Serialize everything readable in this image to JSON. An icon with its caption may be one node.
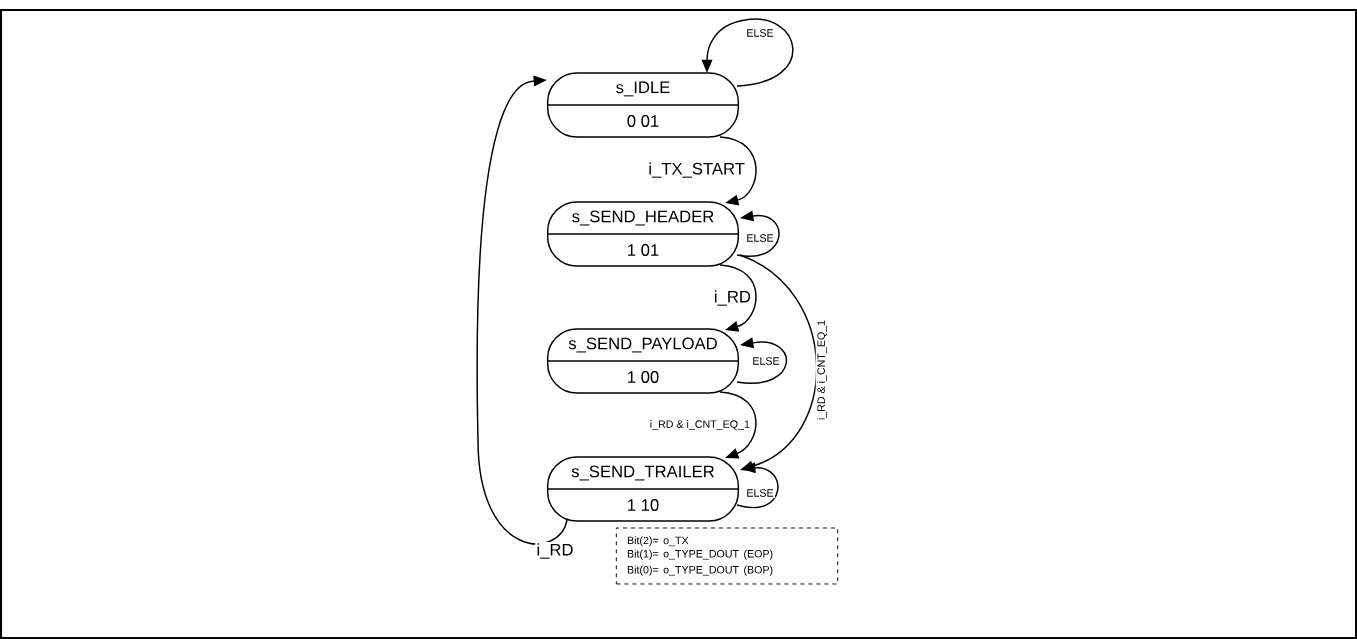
{
  "diagram": {
    "nodes": [
      {
        "text": [
          "s_IDLE",
          "0 01"
        ]
      },
      {
        "text": [
          "s_SEND_HEADER",
          "1 01"
        ]
      },
      {
        "text": [
          "s_SEND_PAYLOAD",
          "1 00"
        ]
      },
      {
        "text": [
          "s_SEND_TRAILER",
          "1 10"
        ]
      },
      {
        "text": [
          "Bit(2)= o_TX",
          "Bit(1)= o_TYPE_DOUT (EOP)",
          "Bit(0)= o_TYPE_DOUT (BOP)"
        ]
      }
    ],
    "edges": [
      {
        "from": 0,
        "to": 0,
        "arrow": "to",
        "label": "ELSE"
      },
      {
        "from": 0,
        "to": 1,
        "arrow": "to",
        "label": "i_TX_START"
      },
      {
        "from": 1,
        "to": 1,
        "arrow": "to",
        "label": "ELSE"
      },
      {
        "from": 1,
        "to": 2,
        "arrow": "to",
        "label": "i_RD"
      },
      {
        "from": 1,
        "to": 3,
        "arrow": "to",
        "label": "i_RD & i_CNT_EQ_1"
      },
      {
        "from": 2,
        "to": 2,
        "arrow": "to",
        "label": "ELSE"
      },
      {
        "from": 2,
        "to": 3,
        "arrow": "to",
        "label": "i_RD & i_CNT_EQ_1"
      },
      {
        "from": 3,
        "to": 3,
        "arrow": "to",
        "label": "ELSE"
      },
      {
        "from": 3,
        "to": 0,
        "arrow": "to",
        "label": "i_RD"
      }
    ]
  }
}
